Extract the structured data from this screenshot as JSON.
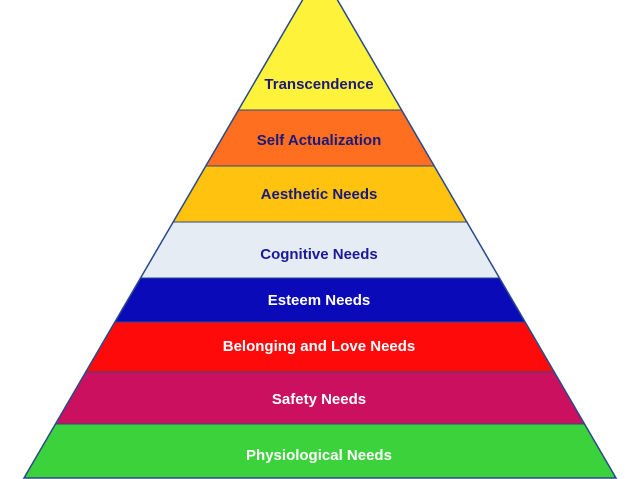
{
  "diagram": {
    "levels": [
      {
        "label": "Transcendence",
        "fill": "#FFF23A",
        "text_color": "#1A1A7A"
      },
      {
        "label": "Self Actualization",
        "fill": "#FF6F1F",
        "text_color": "#1A1A7A"
      },
      {
        "label": "Aesthetic Needs",
        "fill": "#FFC20E",
        "text_color": "#1A1A7A"
      },
      {
        "label": "Cognitive Needs",
        "fill": "#E6ECF4",
        "text_color": "#1A1A9A"
      },
      {
        "label": "Esteem Needs",
        "fill": "#0A0AB8",
        "text_color": "#FFFFFF"
      },
      {
        "label": "Belonging and Love Needs",
        "fill": "#FF0A0A",
        "text_color": "#FFFFFF"
      },
      {
        "label": "Safety Needs",
        "fill": "#CC1060",
        "text_color": "#FFFFFF"
      },
      {
        "label": "Physiological Needs",
        "fill": "#3CD23C",
        "text_color": "#FFFFFF"
      }
    ],
    "outline_color": "#2A4A8A"
  }
}
